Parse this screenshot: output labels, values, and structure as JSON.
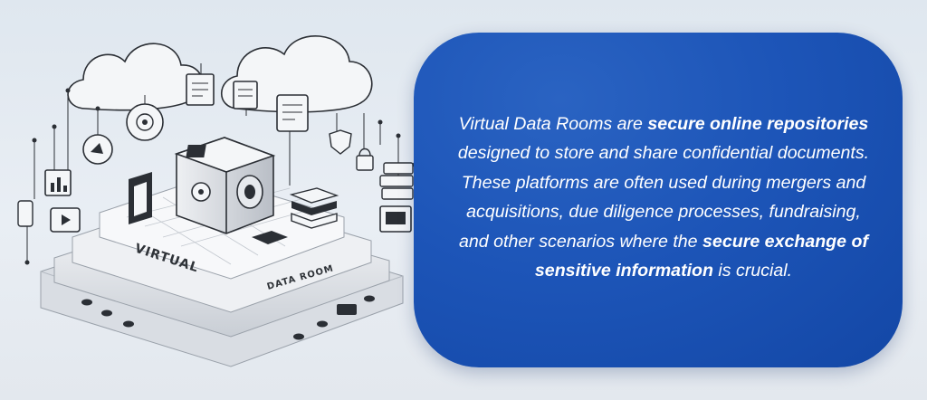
{
  "illustration": {
    "label_left": "VIRTUAL",
    "label_right": "DATA ROOM"
  },
  "description": {
    "segments": [
      {
        "text": "Virtual Data Rooms are ",
        "bold": false
      },
      {
        "text": "secure online repositories",
        "bold": true
      },
      {
        "text": " designed to store and share confidential documents. These platforms are often used during mergers and acquisitions, due diligence processes, fundraising, and other scenarios where the ",
        "bold": false
      },
      {
        "text": "secure exchange of sensitive information",
        "bold": true
      },
      {
        "text": " is crucial.",
        "bold": false
      }
    ]
  },
  "colors": {
    "panel": "#1d55b8",
    "background": "#e3e9f0",
    "text": "#ffffff"
  }
}
